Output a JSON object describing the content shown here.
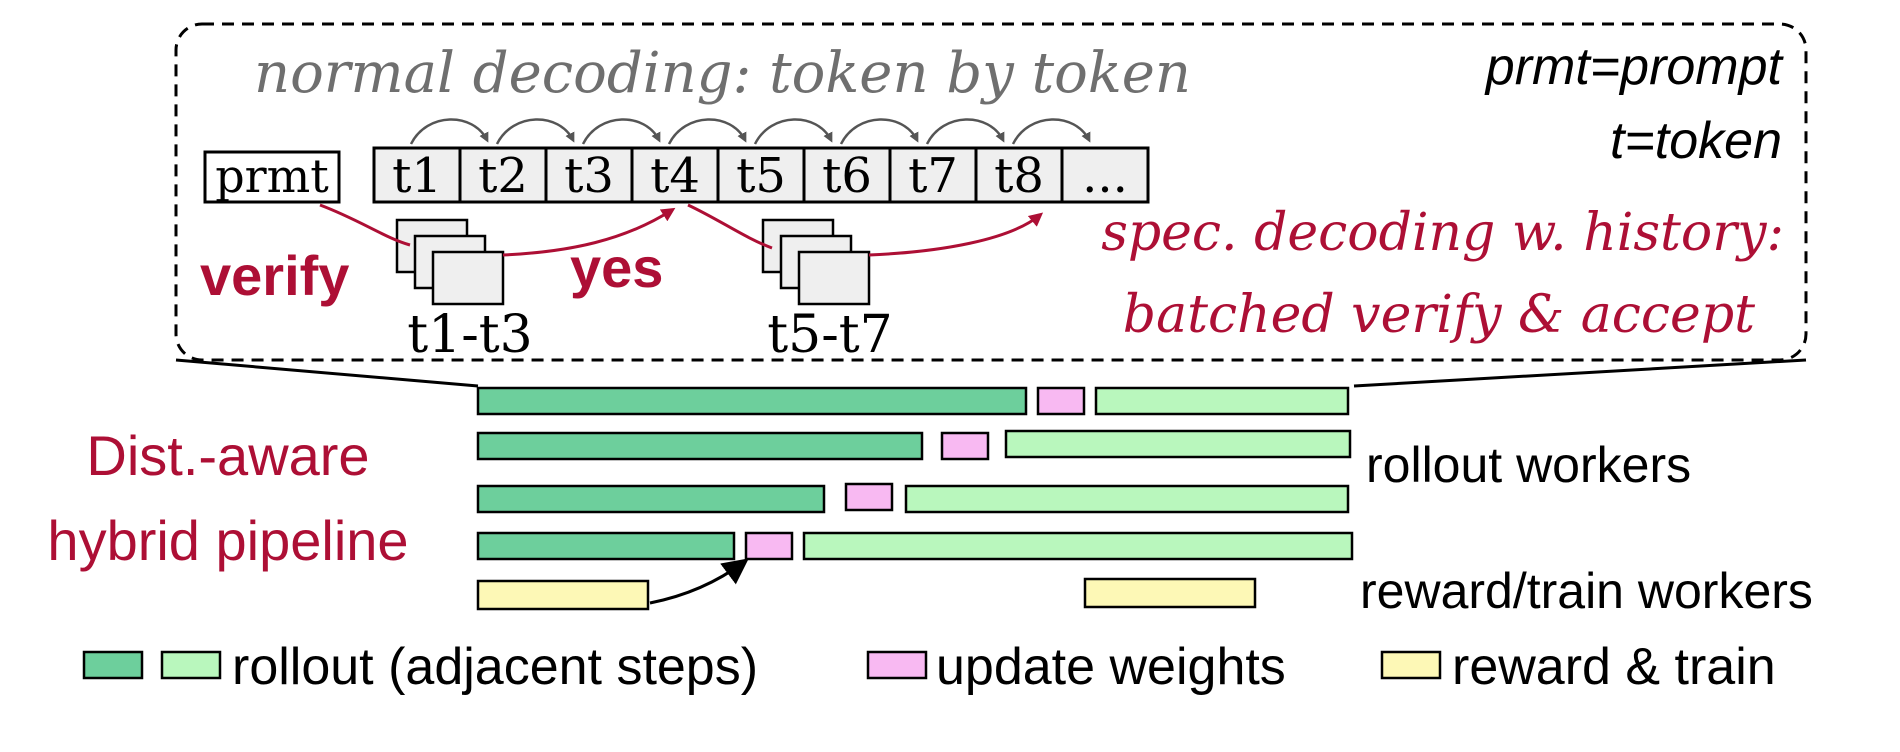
{
  "zoom_box": {
    "normal_decoding": "normal decoding: token by token",
    "key_prompt": "prmt=prompt",
    "key_token": "t=token",
    "prompt_label": "prmt",
    "tokens": [
      "t1",
      "t2",
      "t3",
      "t4",
      "t5",
      "t6",
      "t7",
      "t8",
      "..."
    ],
    "verify_label": "verify",
    "yes_label": "yes",
    "draft_group_1": "t1-t3",
    "draft_group_2": "t5-t7",
    "spec_line_1": "spec. decoding w. history:",
    "spec_line_2": "batched verify & accept"
  },
  "pipeline": {
    "title_line_1": "Dist.-aware",
    "title_line_2": "hybrid pipeline",
    "rollout_label": "rollout workers",
    "reward_label": "reward/train workers"
  },
  "legend": {
    "rollout": "rollout (adjacent steps)",
    "update": "update weights",
    "reward": "reward & train"
  },
  "colors": {
    "rollout_dark": "#6dcf9c",
    "rollout_light": "#b9f7bd",
    "update": "#f8b9f2",
    "reward": "#fdf8b6",
    "accent_red": "#ad0f35",
    "gray_text": "#6f6f6f",
    "token_fill": "#efefef"
  }
}
